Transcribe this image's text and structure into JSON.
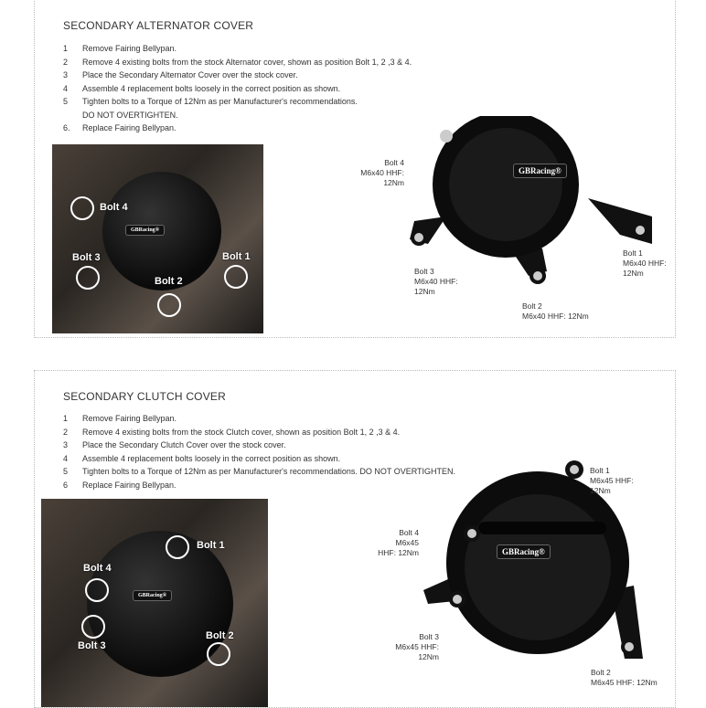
{
  "alternator": {
    "title": "SECONDARY ALTERNATOR COVER",
    "steps": [
      {
        "n": "1",
        "text": "Remove Fairing Bellypan."
      },
      {
        "n": "2",
        "text": "Remove 4 existing bolts from the stock Alternator cover, shown as position Bolt 1, 2 ,3 & 4."
      },
      {
        "n": "3",
        "text": "Place the Secondary Alternator Cover over the stock cover."
      },
      {
        "n": "4",
        "text": "Assemble 4 replacement bolts loosely in the correct position as shown."
      },
      {
        "n": "5",
        "text": "Tighten bolts to a Torque of 12Nm as per Manufacturer's recommendations."
      },
      {
        "n": "",
        "text": "DO NOT OVERTIGHTEN."
      },
      {
        "n": "6.",
        "text": "Replace Fairing Bellypan."
      }
    ],
    "photo_labels": [
      "Bolt 1",
      "Bolt 2",
      "Bolt 3",
      "Bolt 4"
    ],
    "bolt_specs": {
      "b1": "Bolt 1\nM6x40 HHF:\n12Nm",
      "b2": "Bolt 2\nM6x40 HHF: 12Nm",
      "b3": "Bolt 3\nM6x40 HHF:\n12Nm",
      "b4": "Bolt 4\nM6x40 HHF:\n12Nm"
    },
    "logo": "GBRacing®"
  },
  "clutch": {
    "title": "SECONDARY CLUTCH COVER",
    "steps": [
      {
        "n": "1",
        "text": "Remove Fairing Bellypan."
      },
      {
        "n": "2",
        "text": "Remove 4 existing bolts from the stock Clutch cover, shown as position Bolt 1, 2 ,3 & 4."
      },
      {
        "n": "3",
        "text": "Place the Secondary Clutch Cover over the stock cover."
      },
      {
        "n": "4",
        "text": "Assemble 4 replacement bolts loosely in the correct position as shown."
      },
      {
        "n": "5",
        "text": "Tighten bolts to a Torque of 12Nm as per Manufacturer's recommendations. DO NOT OVERTIGHTEN."
      },
      {
        "n": "6",
        "text": "Replace Fairing Bellypan."
      }
    ],
    "photo_labels": [
      "Bolt 1",
      "Bolt 2",
      "Bolt 3",
      "Bolt 4"
    ],
    "bolt_specs": {
      "b1": "Bolt 1\nM6x45 HHF:\n12Nm",
      "b2": "Bolt 2\nM6x45 HHF: 12Nm",
      "b3": "Bolt 3\nM6x45 HHF:\n12Nm",
      "b4": "Bolt 4\nM6x45\nHHF: 12Nm"
    },
    "logo": "GBRacing®"
  }
}
